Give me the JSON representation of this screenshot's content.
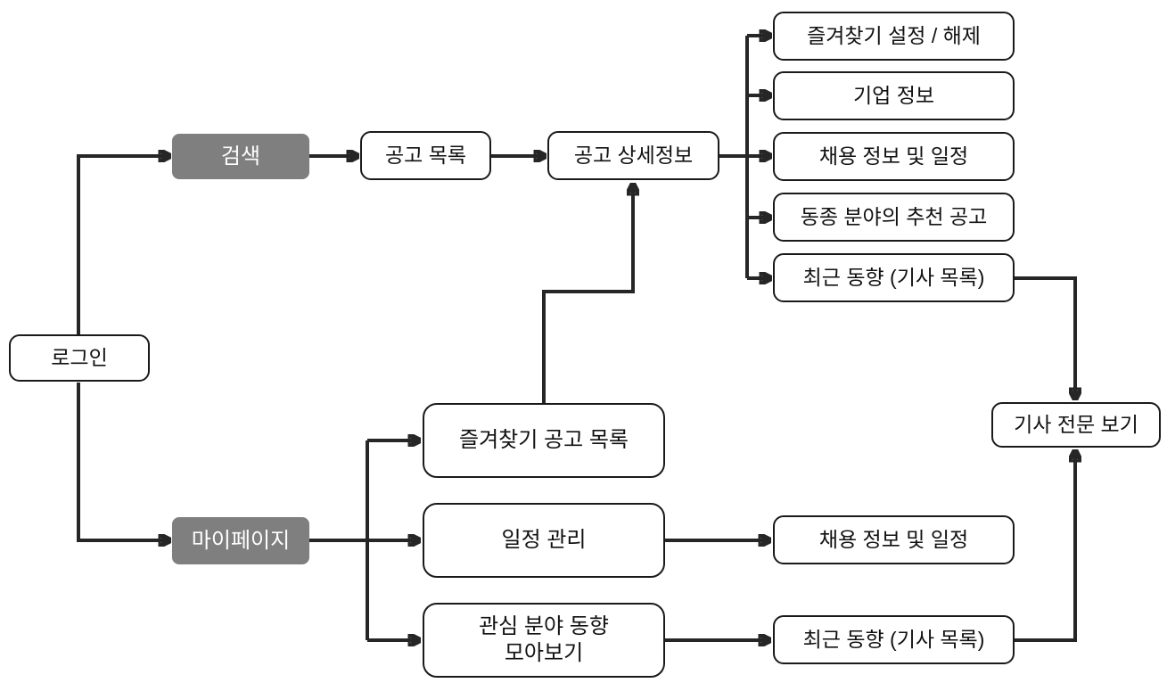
{
  "nodes": {
    "login": {
      "label": "로그인"
    },
    "search": {
      "label": "검색"
    },
    "job_list": {
      "label": "공고 목록"
    },
    "job_detail": {
      "label": "공고 상세정보"
    },
    "favorite_toggle": {
      "label": "즐겨찾기 설정 / 해제"
    },
    "company_info": {
      "label": "기업 정보"
    },
    "recruit_schedule_top": {
      "label": "채용 정보 및 일정"
    },
    "recommend_jobs": {
      "label": "동종 분야의 추천 공고"
    },
    "recent_trend_top": {
      "label": "최근 동향 (기사 목록)"
    },
    "article_full_view": {
      "label": "기사 전문 보기"
    },
    "mypage": {
      "label": "마이페이지"
    },
    "favorite_job_list": {
      "label": "즐겨찾기 공고 목록"
    },
    "schedule_manage": {
      "label": "일정 관리"
    },
    "interest_trend_collect": {
      "label": "관심 분야 동향\n모아보기"
    },
    "recruit_schedule_bottom": {
      "label": "채용 정보 및 일정"
    },
    "recent_trend_bottom": {
      "label": "최근 동향 (기사 목록)"
    }
  },
  "edges": [
    {
      "from": "로그인",
      "to": "검색"
    },
    {
      "from": "로그인",
      "to": "마이페이지"
    },
    {
      "from": "검색",
      "to": "공고 목록"
    },
    {
      "from": "공고 목록",
      "to": "공고 상세정보"
    },
    {
      "from": "공고 상세정보",
      "to": "즐겨찾기 설정 / 해제"
    },
    {
      "from": "공고 상세정보",
      "to": "기업 정보"
    },
    {
      "from": "공고 상세정보",
      "to": "채용 정보 및 일정"
    },
    {
      "from": "공고 상세정보",
      "to": "동종 분야의 추천 공고"
    },
    {
      "from": "공고 상세정보",
      "to": "최근 동향 (기사 목록)"
    },
    {
      "from": "최근 동향 (기사 목록)",
      "to": "기사 전문 보기"
    },
    {
      "from": "마이페이지",
      "to": "즐겨찾기 공고 목록"
    },
    {
      "from": "마이페이지",
      "to": "일정 관리"
    },
    {
      "from": "마이페이지",
      "to": "관심 분야 동향 모아보기"
    },
    {
      "from": "즐겨찾기 공고 목록",
      "to": "공고 상세정보"
    },
    {
      "from": "일정 관리",
      "to": "채용 정보 및 일정"
    },
    {
      "from": "관심 분야 동향 모아보기",
      "to": "최근 동향 (기사 목록)"
    },
    {
      "from": "최근 동향 (기사 목록) [하단]",
      "to": "기사 전문 보기"
    }
  ],
  "colors": {
    "background": "#ffffff",
    "node_fill": "#ffffff",
    "node_border": "#1a1a1a",
    "node_text": "#111111",
    "highlight_fill": "#7f7f7f",
    "highlight_text": "#ffffff",
    "connector": "#262626"
  }
}
